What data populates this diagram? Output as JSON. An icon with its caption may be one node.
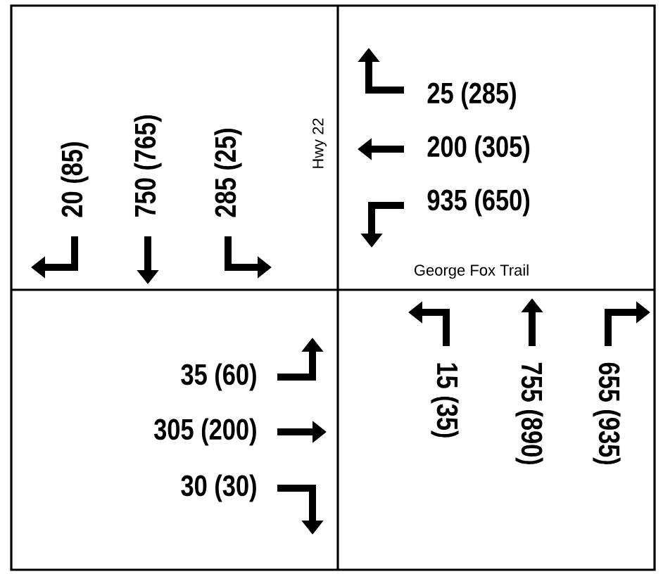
{
  "diagram": {
    "labels": [
      "20 (85)",
      "750 (765)",
      "285 (25)",
      "Hwy 22",
      "25 (285)",
      "200 (305)",
      "935 (650)",
      "George Fox Trail",
      "35 (60)",
      "305 (200)",
      "30 (30)",
      "15 (35)",
      "755 (890)",
      "655 (935)"
    ]
  }
}
